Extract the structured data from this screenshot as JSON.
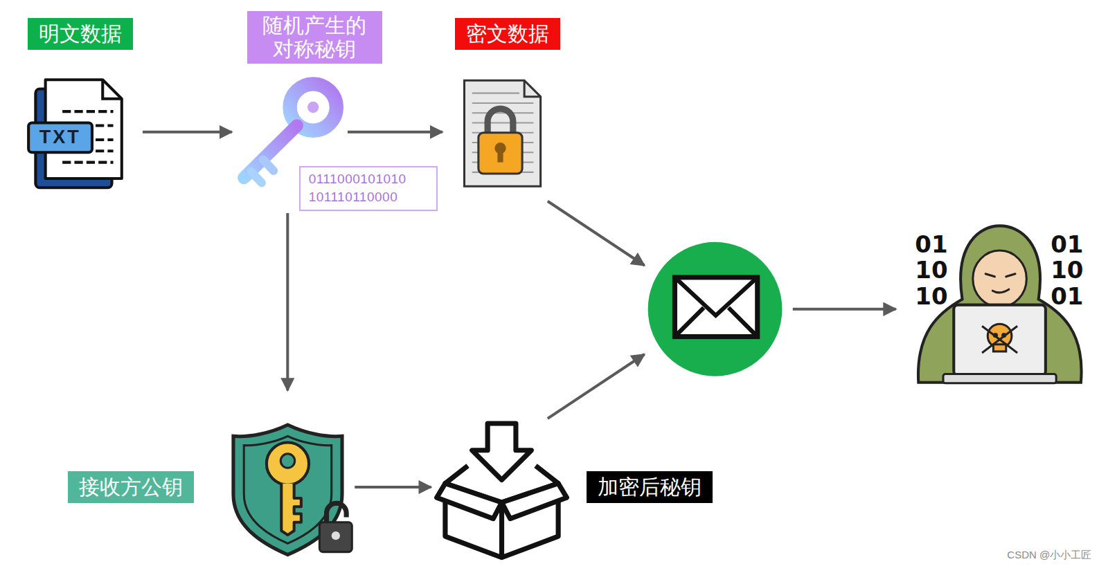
{
  "diagram": {
    "nodes": [
      {
        "text": [
          "明文数据"
        ]
      },
      {
        "text": [
          "随机产生的 对称秘钥"
        ]
      },
      {
        "text": [
          "0111000101010 101110110000"
        ]
      },
      {
        "text": [
          "密文数据"
        ]
      },
      {
        "text": [
          "接收方公钥"
        ]
      },
      {
        "text": [
          "加密后秘钥"
        ]
      }
    ],
    "edges": [
      {
        "from": 0,
        "to": 1,
        "arrow": "to"
      },
      {
        "from": 1,
        "to": 4,
        "arrow": "to"
      },
      {
        "from": 1,
        "to": 3,
        "arrow": "to"
      },
      {
        "from": 4,
        "to": 5,
        "arrow": "to"
      }
    ],
    "labels": [
      "TXT",
      "01 10 10",
      "01 10 01",
      "CSDN @小小工匠"
    ]
  }
}
